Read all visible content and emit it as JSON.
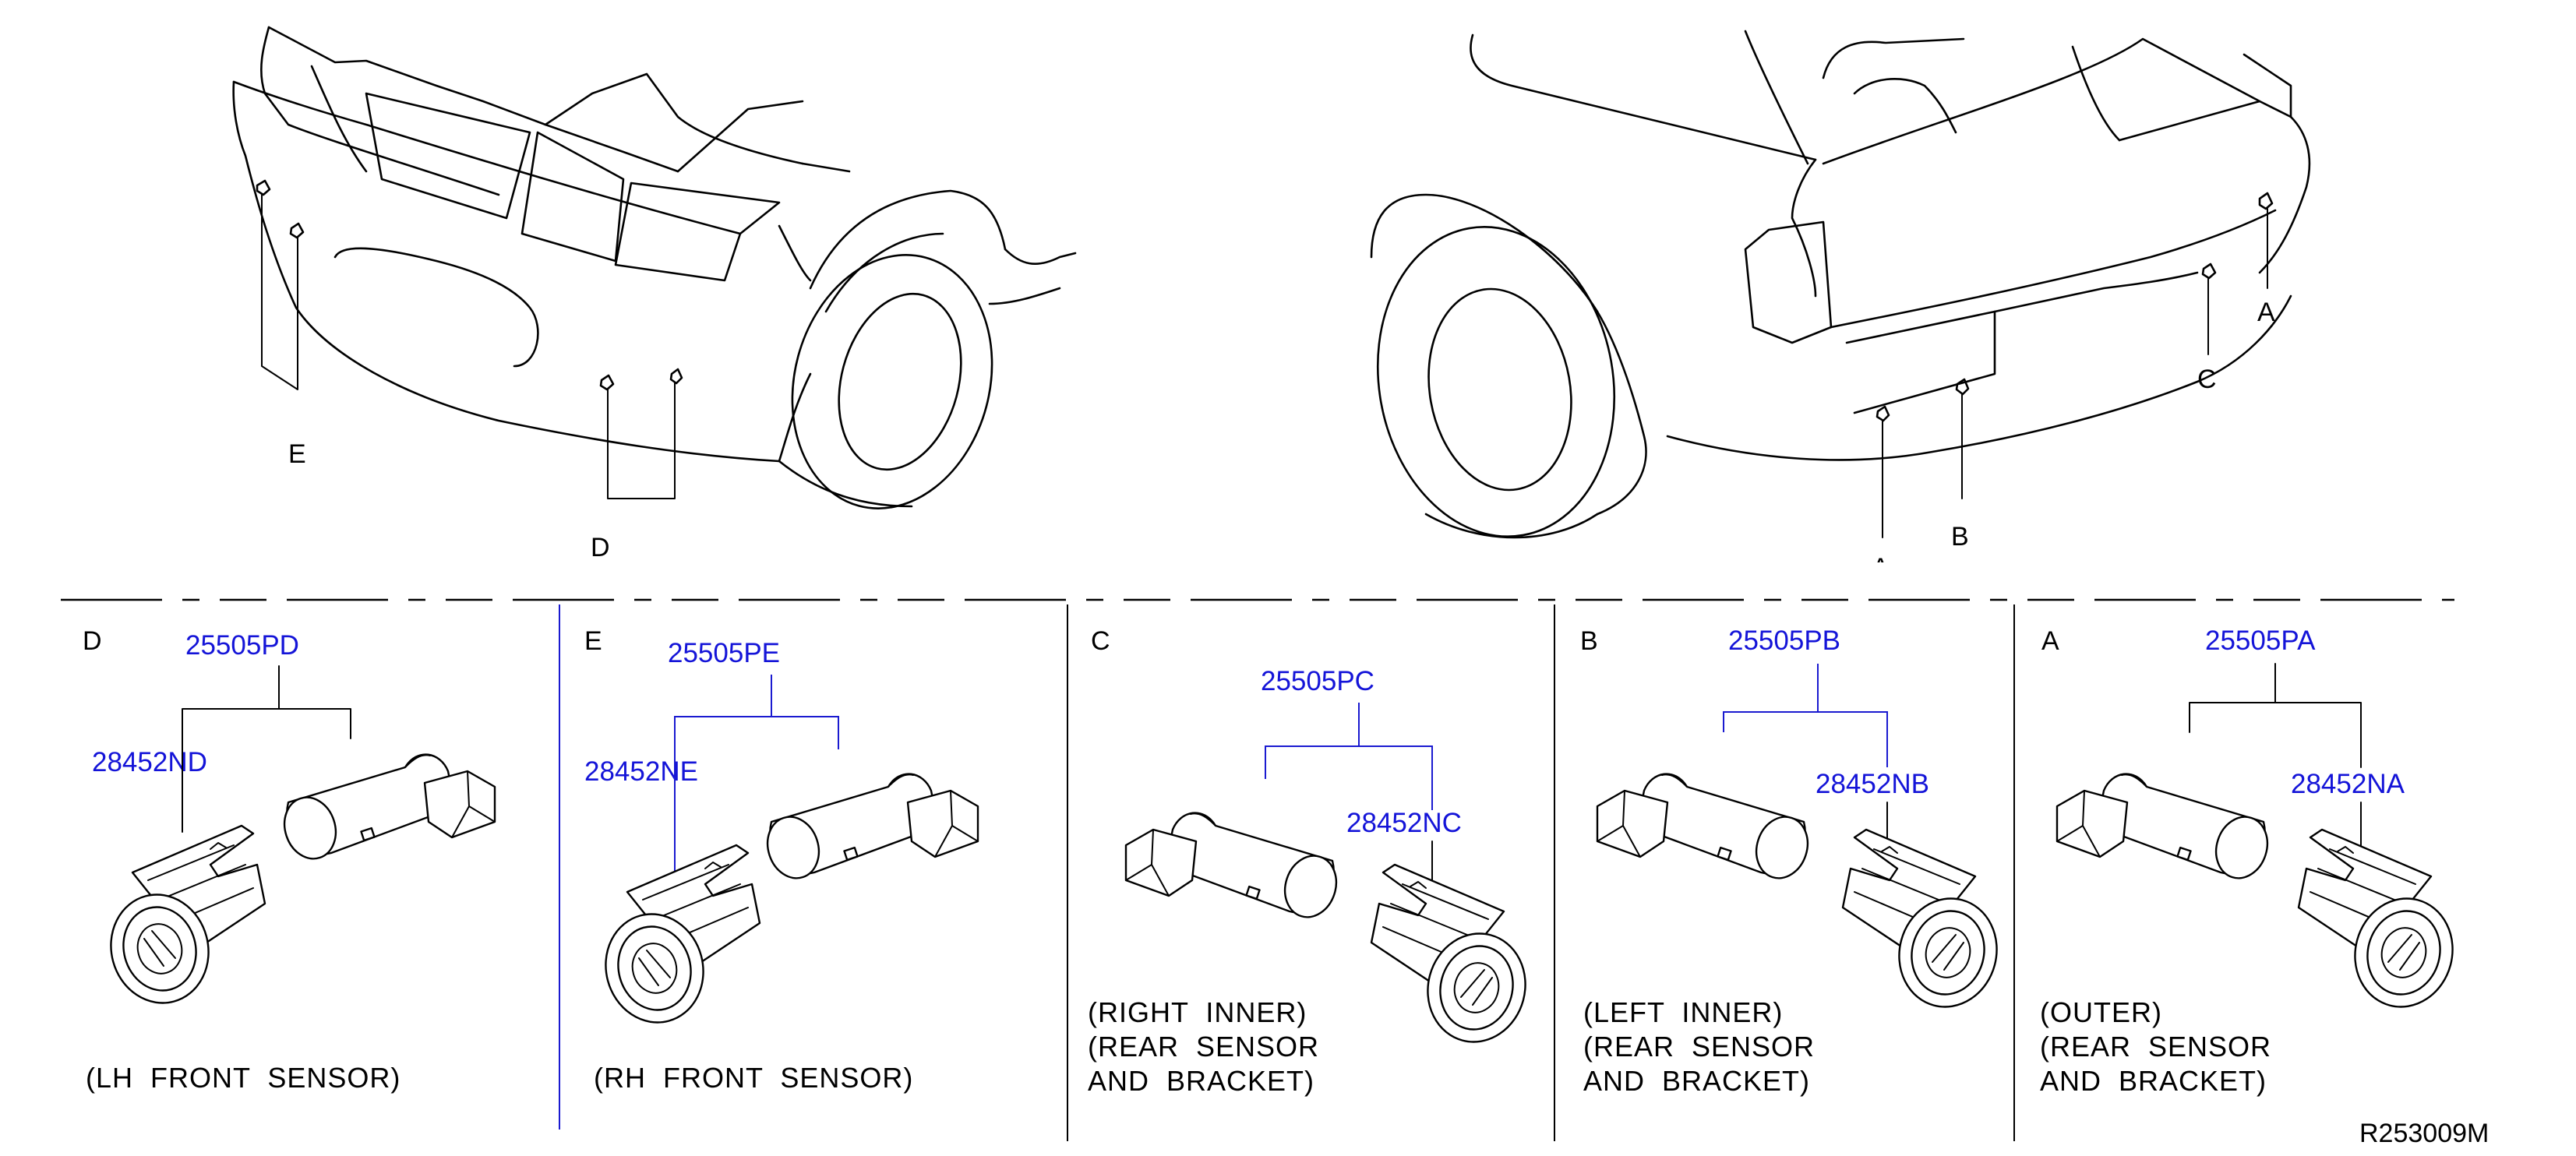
{
  "figure_id": "R253009M",
  "overview": {
    "front_labels": {
      "e": "E",
      "d": "D"
    },
    "rear_labels": {
      "a_top": "A",
      "c": "C",
      "b": "B",
      "a_bottom": "A"
    }
  },
  "panels": [
    {
      "letter": "D",
      "part_number": "25505PD",
      "bracket_number": "28452ND",
      "caption": [
        "(LH  FRONT  SENSOR)"
      ]
    },
    {
      "letter": "E",
      "part_number": "25505PE",
      "bracket_number": "28452NE",
      "caption": [
        "(RH  FRONT  SENSOR)"
      ]
    },
    {
      "letter": "C",
      "part_number": "25505PC",
      "bracket_number": "28452NC",
      "caption": [
        "(RIGHT  INNER)",
        "(REAR  SENSOR",
        "AND  BRACKET)"
      ]
    },
    {
      "letter": "B",
      "part_number": "25505PB",
      "bracket_number": "28452NB",
      "caption": [
        "(LEFT  INNER)",
        "(REAR  SENSOR",
        "AND  BRACKET)"
      ]
    },
    {
      "letter": "A",
      "part_number": "25505PA",
      "bracket_number": "28452NA",
      "caption": [
        "(OUTER)",
        "(REAR  SENSOR",
        "AND  BRACKET)"
      ]
    }
  ],
  "colors": {
    "line": "#000000",
    "part_number": "#1414d8"
  }
}
